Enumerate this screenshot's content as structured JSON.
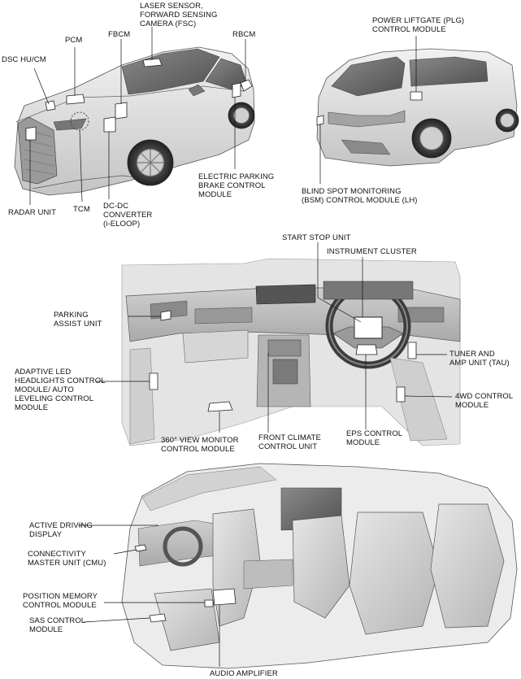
{
  "labels": {
    "laser_sensor": "LASER SENSOR,\nFORWARD SENSING\nCAMERA (FSC)",
    "pcm": "PCM",
    "fbcm": "FBCM",
    "rbcm": "RBCM",
    "dsc_hu_cm": "DSC HU/CM",
    "plg": "POWER LIFTGATE (PLG)\nCONTROL MODULE",
    "epb": "ELECTRIC PARKING\nBRAKE CONTROL\nMODULE",
    "bsm": "BLIND SPOT MONITORING\n(BSM) CONTROL MODULE (LH)",
    "radar": "RADAR UNIT",
    "tcm": "TCM",
    "dcdc": "DC-DC\nCONVERTER\n(i-ELOOP)",
    "start_stop": "START STOP UNIT",
    "instrument_cluster": "INSTRUMENT CLUSTER",
    "parking_assist": "PARKING\nASSIST UNIT",
    "tuner_amp": "TUNER AND\nAMP UNIT (TAU)",
    "adaptive_led": "ADAPTIVE LED\nHEADLIGHTS CONTROL\nMODULE/ AUTO\nLEVELING CONTROL\nMODULE",
    "fourwd": "4WD CONTROL\nMODULE",
    "view360": "360° VIEW MONITOR\nCONTROL MODULE",
    "front_climate": "FRONT CLIMATE\nCONTROL UNIT",
    "eps": "EPS CONTROL\nMODULE",
    "active_driving": "ACTIVE DRIVING\nDISPLAY",
    "cmu": "CONNECTIVITY\nMASTER UNIT (CMU)",
    "position_memory": "POSITION MEMORY\nCONTROL MODULE",
    "sas": "SAS CONTROL\nMODULE",
    "audio_amp": "AUDIO AMPLIFIER"
  }
}
